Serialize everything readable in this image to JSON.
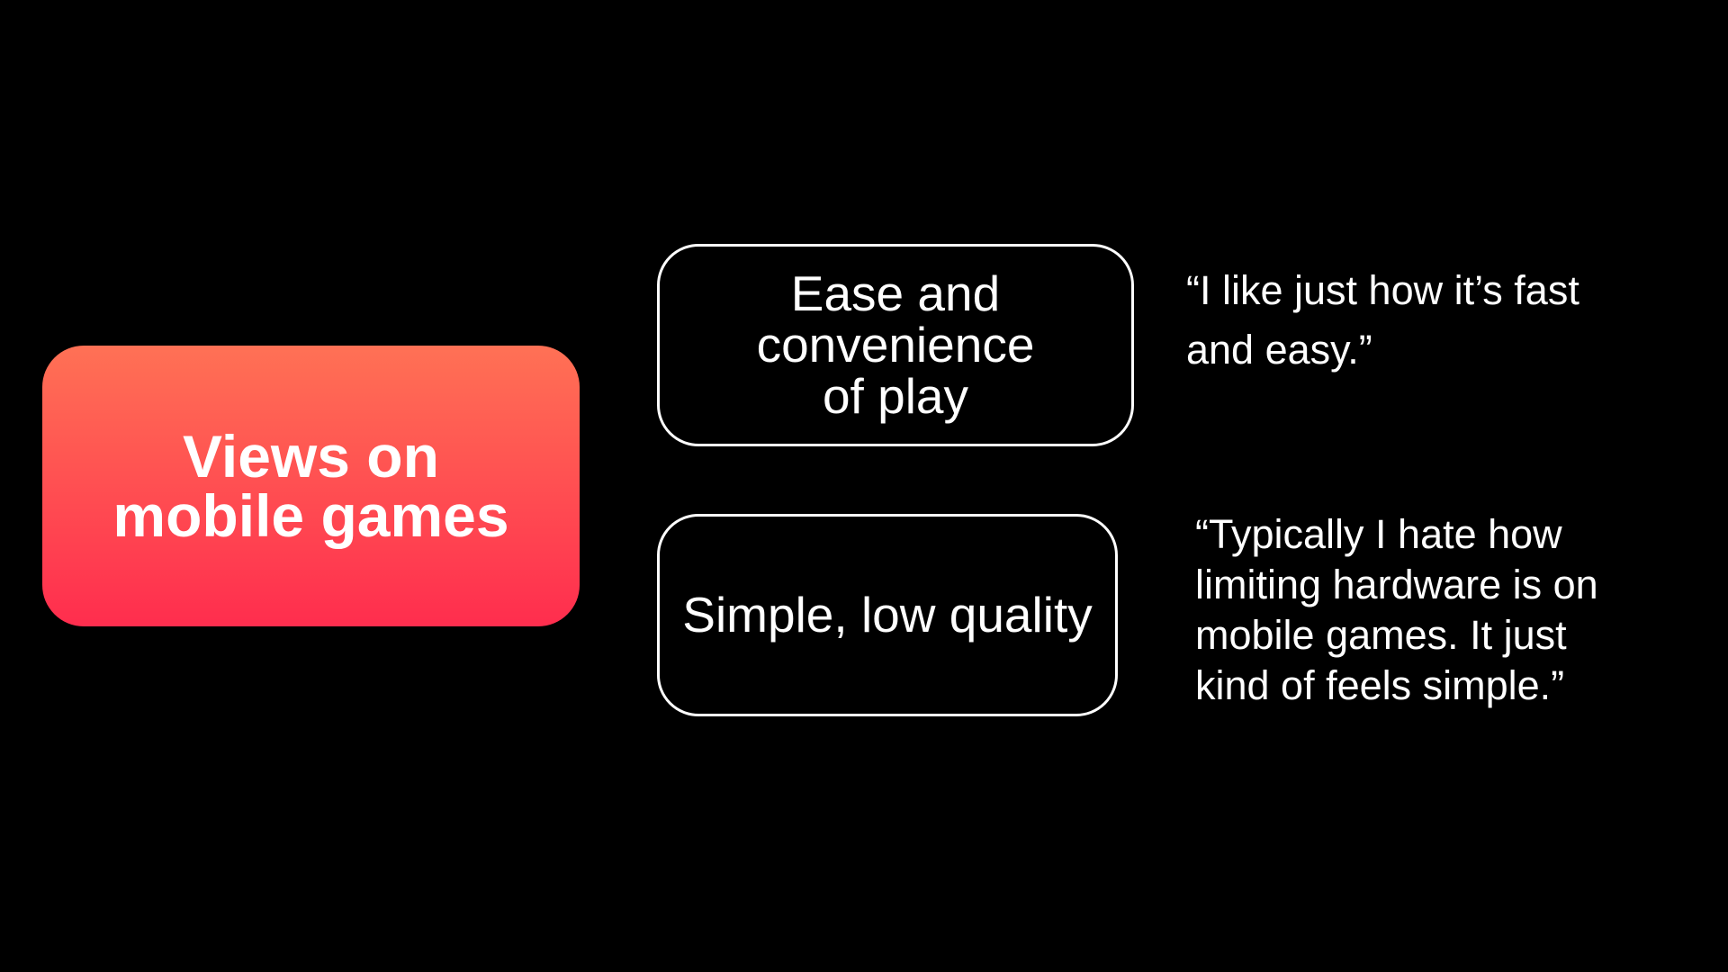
{
  "main_topic": {
    "label": "Views on\nmobile games",
    "gradient_top": "#ff7155",
    "gradient_bottom": "#ff2d4e"
  },
  "themes": [
    {
      "label": "Ease and\nconvenience\nof play",
      "quote": " “I like just how it’s fast\nand easy.”"
    },
    {
      "label": "Simple, low quality",
      "quote": "“Typically I hate how\nlimiting hardware is on\nmobile games. It just\nkind of feels simple.”"
    }
  ],
  "colors": {
    "background": "#000000",
    "text": "#ffffff",
    "box_border": "#ffffff"
  }
}
